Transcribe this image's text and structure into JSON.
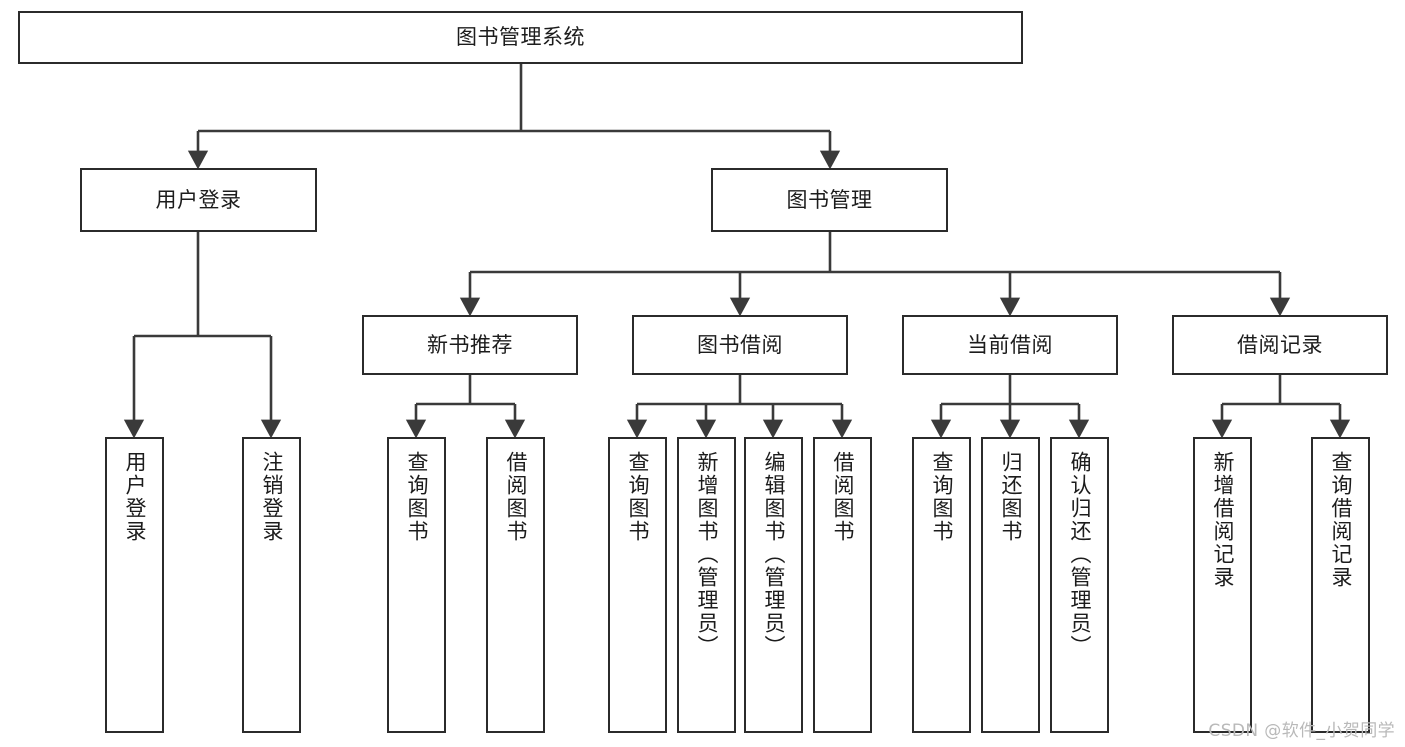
{
  "diagram": {
    "title": "图书管理系统",
    "type": "tree",
    "watermark": "CSDN @软件_小贺同学",
    "colors": {
      "box_border": "#2b2b2b",
      "box_fill": "#ffffff",
      "edge": "#3a3a3a",
      "text": "#1c1c1c",
      "watermark": "#b9b9b9",
      "background": "#ffffff"
    },
    "levels": {
      "root": "图书管理系统",
      "level2": [
        "用户登录",
        "图书管理"
      ],
      "level3": [
        "新书推荐",
        "图书借阅",
        "当前借阅",
        "借阅记录"
      ]
    },
    "nodes": {
      "root": {
        "label": "图书管理系统",
        "orientation": "horizontal"
      },
      "user_login": {
        "label": "用户登录",
        "orientation": "horizontal"
      },
      "book_manage": {
        "label": "图书管理",
        "orientation": "horizontal"
      },
      "new_book_rec": {
        "label": "新书推荐",
        "orientation": "horizontal"
      },
      "book_borrow": {
        "label": "图书借阅",
        "orientation": "horizontal"
      },
      "current_borrow": {
        "label": "当前借阅",
        "orientation": "horizontal"
      },
      "borrow_record": {
        "label": "借阅记录",
        "orientation": "horizontal"
      },
      "leaf_user_login": {
        "label": "用户登录",
        "orientation": "vertical"
      },
      "leaf_logout": {
        "label": "注销登录",
        "orientation": "vertical"
      },
      "leaf_query_book_1": {
        "label": "查询图书",
        "orientation": "vertical"
      },
      "leaf_borrow_book_1": {
        "label": "借阅图书",
        "orientation": "vertical"
      },
      "leaf_query_book_2": {
        "label": "查询图书",
        "orientation": "vertical"
      },
      "leaf_add_book": {
        "label": "新增图书（管理员）",
        "orientation": "vertical"
      },
      "leaf_edit_book": {
        "label": "编辑图书（管理员）",
        "orientation": "vertical"
      },
      "leaf_borrow_book_2": {
        "label": "借阅图书",
        "orientation": "vertical"
      },
      "leaf_query_book_3": {
        "label": "查询图书",
        "orientation": "vertical"
      },
      "leaf_return_book": {
        "label": "归还图书",
        "orientation": "vertical"
      },
      "leaf_confirm_return": {
        "label": "确认归还（管理员）",
        "orientation": "vertical"
      },
      "leaf_add_record": {
        "label": "新增借阅记录",
        "orientation": "vertical"
      },
      "leaf_query_record": {
        "label": "查询借阅记录",
        "orientation": "vertical"
      }
    },
    "edges": [
      {
        "from": "root",
        "to": "user_login"
      },
      {
        "from": "root",
        "to": "book_manage"
      },
      {
        "from": "user_login",
        "to": "leaf_user_login"
      },
      {
        "from": "user_login",
        "to": "leaf_logout"
      },
      {
        "from": "book_manage",
        "to": "new_book_rec"
      },
      {
        "from": "book_manage",
        "to": "book_borrow"
      },
      {
        "from": "book_manage",
        "to": "current_borrow"
      },
      {
        "from": "book_manage",
        "to": "borrow_record"
      },
      {
        "from": "new_book_rec",
        "to": "leaf_query_book_1"
      },
      {
        "from": "new_book_rec",
        "to": "leaf_borrow_book_1"
      },
      {
        "from": "book_borrow",
        "to": "leaf_query_book_2"
      },
      {
        "from": "book_borrow",
        "to": "leaf_add_book"
      },
      {
        "from": "book_borrow",
        "to": "leaf_edit_book"
      },
      {
        "from": "book_borrow",
        "to": "leaf_borrow_book_2"
      },
      {
        "from": "current_borrow",
        "to": "leaf_query_book_3"
      },
      {
        "from": "current_borrow",
        "to": "leaf_return_book"
      },
      {
        "from": "current_borrow",
        "to": "leaf_confirm_return"
      },
      {
        "from": "borrow_record",
        "to": "leaf_add_record"
      },
      {
        "from": "borrow_record",
        "to": "leaf_query_record"
      }
    ]
  }
}
